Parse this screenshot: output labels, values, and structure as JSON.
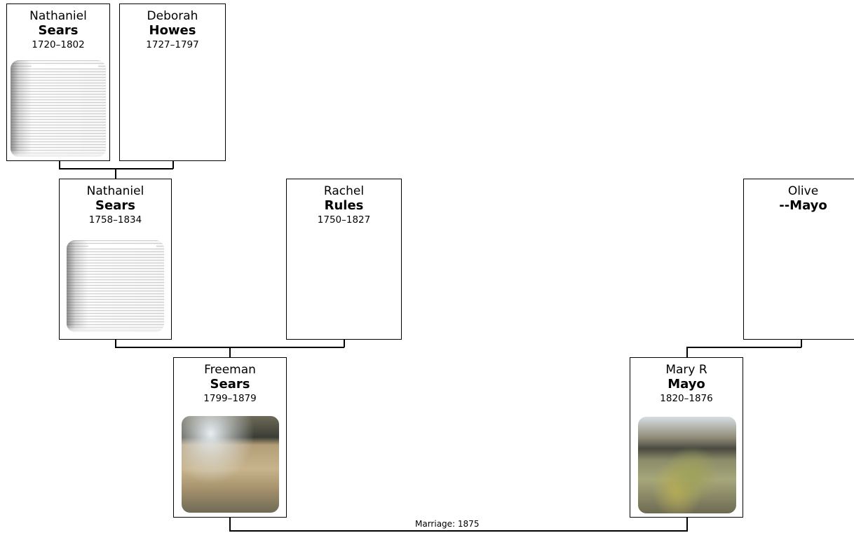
{
  "people": {
    "nathaniel_sears_1720": {
      "first": "Nathaniel",
      "last": "Sears",
      "dates": "1720–1802",
      "photo": "document-image"
    },
    "deborah_howes": {
      "first": "Deborah",
      "last": "Howes",
      "dates": "1727–1797"
    },
    "nathaniel_sears_1758": {
      "first": "Nathaniel",
      "last": "Sears",
      "dates": "1758–1834",
      "photo": "document-image"
    },
    "rachel_rules": {
      "first": "Rachel",
      "last": "Rules",
      "dates": "1750–1827"
    },
    "olive_mayo": {
      "first": "Olive",
      "last": "--Mayo"
    },
    "freeman_sears": {
      "first": "Freeman",
      "last": "Sears",
      "dates": "1799–1879",
      "photo": "gravestone-image"
    },
    "mary_r_mayo": {
      "first": "Mary R",
      "last": "Mayo",
      "dates": "1820–1876",
      "photo": "gravestone-image"
    }
  },
  "marriage": {
    "label": "Marriage: 1875"
  },
  "colors": {
    "line": "#000000",
    "card_border": "#000000",
    "background": "#ffffff"
  }
}
